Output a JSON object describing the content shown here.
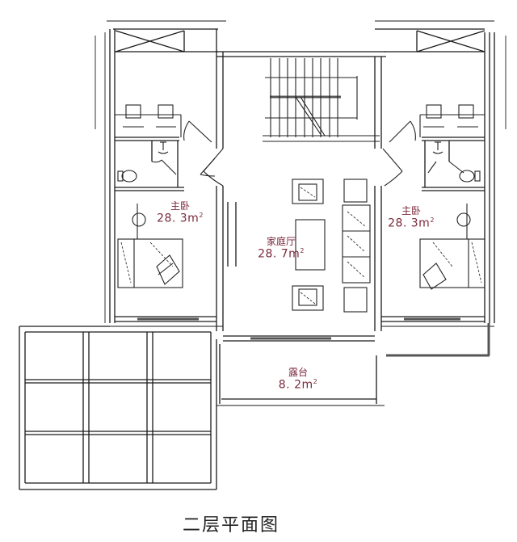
{
  "drawing": {
    "title": "二层平面图",
    "line_color": "#1a1a1a",
    "label_color": "#7a2a3c"
  },
  "rooms": {
    "master_bedroom_left": {
      "name": "主卧",
      "area": "28. 3m",
      "area_sup": "2"
    },
    "family_hall": {
      "name": "家庭厅",
      "area": "28. 7m",
      "area_sup": "2"
    },
    "master_bedroom_right": {
      "name": "主卧",
      "area": "28. 3m",
      "area_sup": "2"
    },
    "terrace": {
      "name": "露台",
      "area": "8. 2m",
      "area_sup": "2"
    }
  }
}
